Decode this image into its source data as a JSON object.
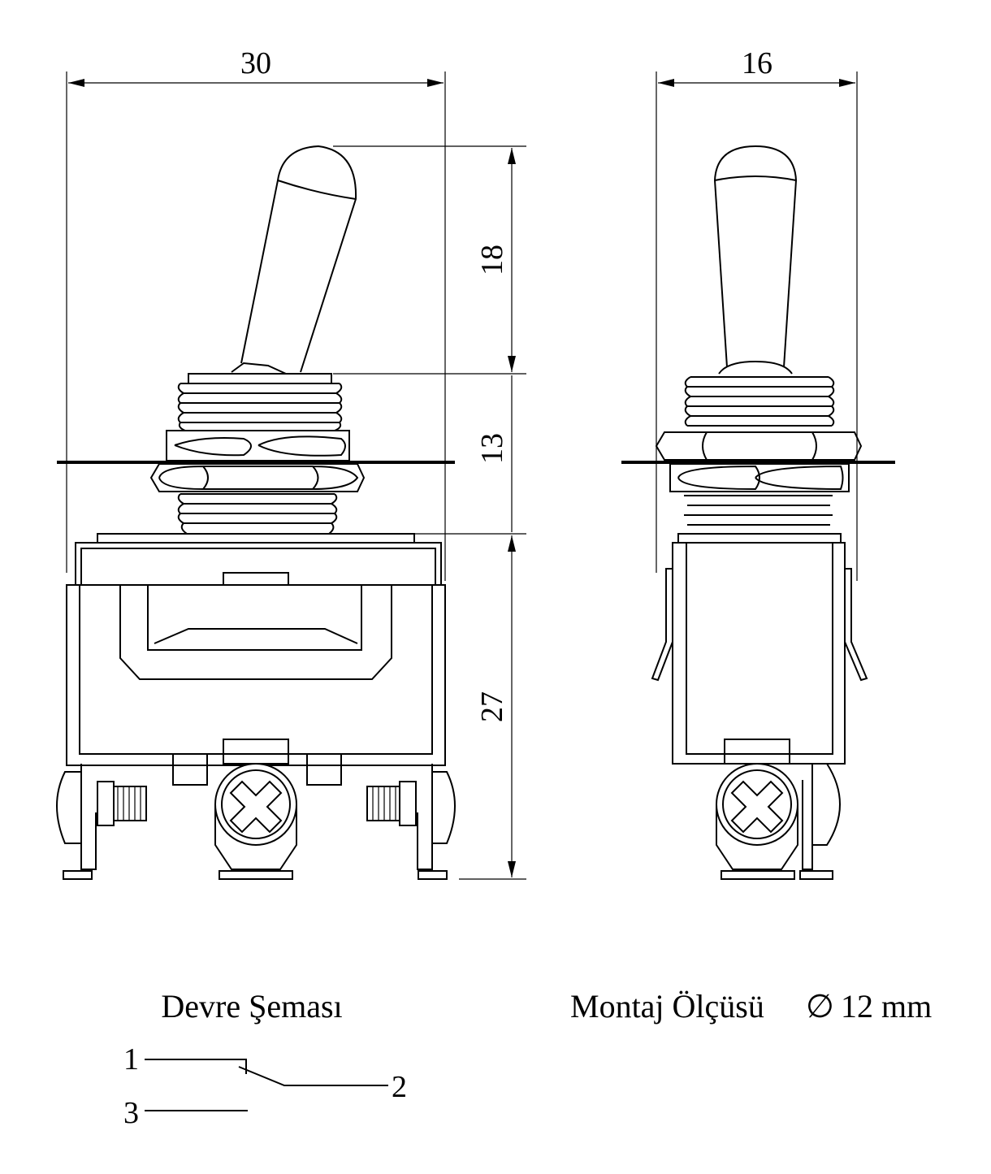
{
  "front_view": {
    "width_dim": "30",
    "lever_height_dim": "18",
    "bushing_height_dim": "13",
    "body_height_dim": "27"
  },
  "side_view": {
    "width_dim": "16"
  },
  "circuit": {
    "title": "Devre Şeması",
    "pins": [
      "1",
      "2",
      "3"
    ]
  },
  "mounting": {
    "label": "Montaj Ölçüsü",
    "diameter_symbol": "∅",
    "value": "12 mm"
  }
}
